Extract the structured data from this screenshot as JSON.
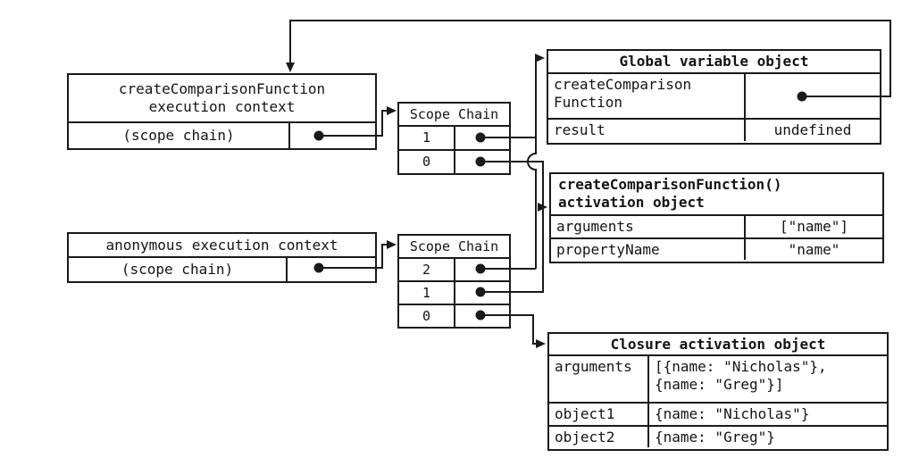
{
  "colors": {
    "ink": "#1a1a1a",
    "background": "#ffffff"
  },
  "exec_context_create": {
    "title_line1": "createComparisonFunction",
    "title_line2": "execution context",
    "scope_chain_label": "(scope chain)"
  },
  "exec_context_anonymous": {
    "title": "anonymous execution context",
    "scope_chain_label": "(scope chain)"
  },
  "scope_chain_upper": {
    "header": "Scope Chain",
    "rows": [
      {
        "index": "1"
      },
      {
        "index": "0"
      }
    ]
  },
  "scope_chain_lower": {
    "header": "Scope Chain",
    "rows": [
      {
        "index": "2"
      },
      {
        "index": "1"
      },
      {
        "index": "0"
      }
    ]
  },
  "global_variable_object": {
    "header": "Global variable object",
    "rows": [
      {
        "name_line1": "createComparison",
        "name_line2": "Function",
        "value": ""
      },
      {
        "name": "result",
        "value": "undefined"
      }
    ]
  },
  "activation_object": {
    "header_line1": "createComparisonFunction()",
    "header_line2": "activation object",
    "rows": [
      {
        "name": "arguments",
        "value": "[\"name\"]"
      },
      {
        "name": "propertyName",
        "value": "\"name\""
      }
    ]
  },
  "closure_activation_object": {
    "header": "Closure activation object",
    "rows": [
      {
        "name": "arguments",
        "value_line1": "[{name: \"Nicholas\"},",
        "value_line2": "{name: \"Greg\"}]"
      },
      {
        "name": "object1",
        "value": "{name: \"Nicholas\"}"
      },
      {
        "name": "object2",
        "value": "{name: \"Greg\"}"
      }
    ]
  }
}
